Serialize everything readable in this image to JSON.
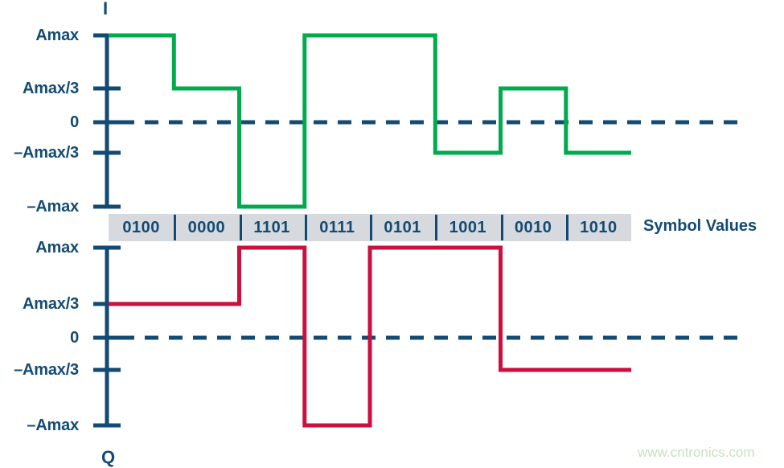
{
  "figure": {
    "watermark": "www.cntronics.com",
    "symbol_row_title": "Symbol Values",
    "colors": {
      "i_wave": "#00ab4e",
      "q_wave": "#ce0e3e",
      "axis": "#134a73",
      "band": "#d6d9de",
      "watermark": "#c6e2bf"
    }
  },
  "chart_data": {
    "type": "line",
    "title": "",
    "xlabel": "Symbol Values",
    "ylabel": "",
    "grid": false,
    "legend": "none",
    "level_labels": [
      "Amax",
      "Amax/3",
      "0",
      "-Amax/3",
      "-Amax"
    ],
    "level_values": [
      1,
      0.3333,
      0,
      -0.3333,
      -1
    ],
    "ylim": [
      -1,
      1
    ],
    "categories": [
      "0100",
      "0000",
      "1101",
      "0111",
      "0101",
      "1001",
      "0010",
      "1010"
    ],
    "series": [
      {
        "name": "I",
        "axis_letter": "I",
        "color": "#00ab4e",
        "step": true,
        "labels": [
          "Amax",
          "Amax/3",
          "-Amax",
          "Amax",
          "Amax",
          "-Amax/3",
          "Amax/3",
          "-Amax/3"
        ],
        "values": [
          1,
          0.3333,
          -1,
          1,
          1,
          -0.3333,
          0.3333,
          -0.3333
        ],
        "tick_labels": [
          "Amax",
          "Amax/3",
          "0",
          "-Amax/3",
          "-Amax"
        ]
      },
      {
        "name": "Q",
        "axis_letter": "Q",
        "color": "#ce0e3e",
        "step": true,
        "labels": [
          "Amax/3",
          "Amax/3",
          "Amax",
          "-Amax",
          "Amax",
          "Amax",
          "-Amax/3",
          "-Amax/3"
        ],
        "values": [
          0.3333,
          0.3333,
          1,
          -1,
          1,
          1,
          -0.3333,
          -0.3333
        ],
        "tick_labels": [
          "Amax",
          "Amax/3",
          "0",
          "-Amax/3",
          "-Amax"
        ]
      }
    ]
  },
  "i_axis": {
    "letter": "I",
    "ticks": [
      {
        "label": "Amax"
      },
      {
        "label": "Amax/3"
      },
      {
        "label": "0"
      },
      {
        "label": "–Amax/3"
      },
      {
        "label": "–Amax"
      }
    ]
  },
  "q_axis": {
    "letter": "Q",
    "ticks": [
      {
        "label": "Amax"
      },
      {
        "label": "Amax/3"
      },
      {
        "label": "0"
      },
      {
        "label": "–Amax/3"
      },
      {
        "label": "–Amax"
      }
    ]
  },
  "symbols": [
    {
      "value": "0100"
    },
    {
      "value": "0000"
    },
    {
      "value": "1101"
    },
    {
      "value": "0111"
    },
    {
      "value": "0101"
    },
    {
      "value": "1001"
    },
    {
      "value": "0010"
    },
    {
      "value": "1010"
    }
  ]
}
